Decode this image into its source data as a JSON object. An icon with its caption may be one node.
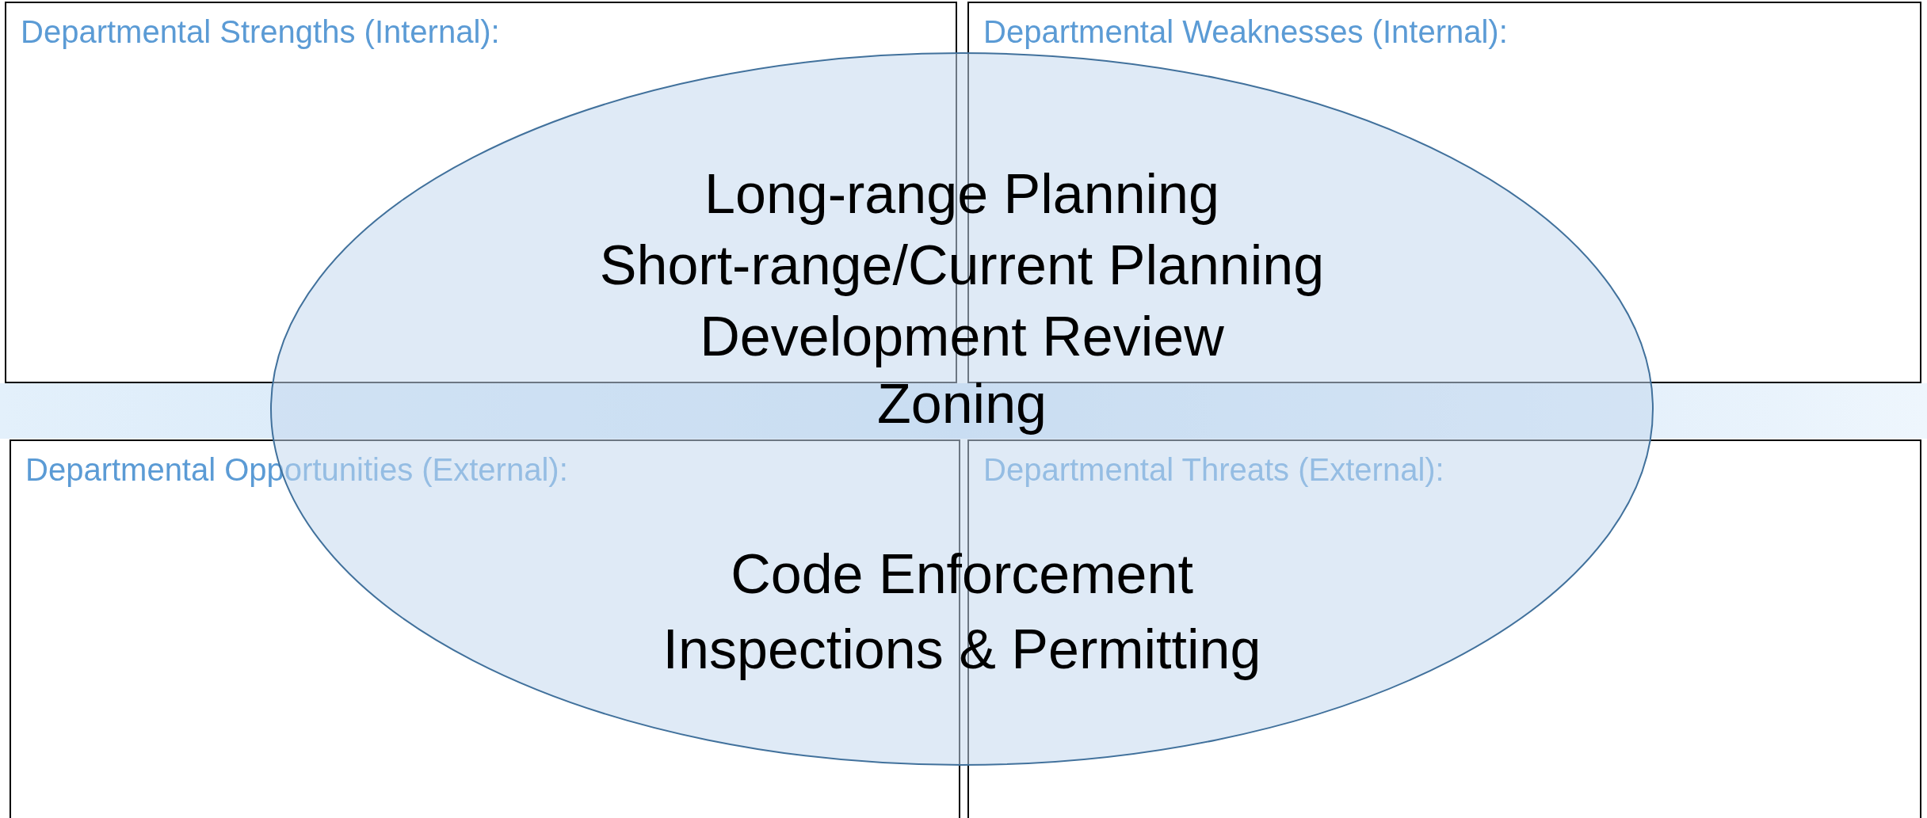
{
  "diagram": {
    "nodes": [
      {
        "text": [
          "Departmental Strengths (Internal):"
        ]
      },
      {
        "text": [
          "Departmental Weaknesses (Internal):"
        ]
      },
      {
        "text": [
          "Departmental Opportunities (External):"
        ]
      },
      {
        "text": [
          "Departmental Threats (External):"
        ]
      },
      {
        "text": [
          "Long-range Planning",
          "Short-range/Current Planning",
          "Development Review",
          "Zoning",
          "Code Enforcement",
          "Inspections & Permitting"
        ]
      }
    ]
  }
}
